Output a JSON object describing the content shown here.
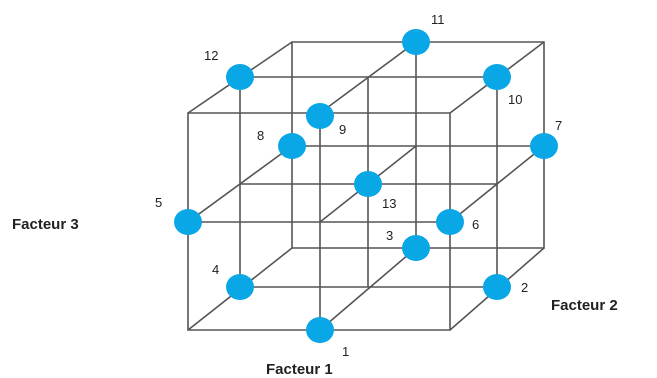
{
  "axes": {
    "factor1": "Facteur 1",
    "factor2": "Facteur 2",
    "factor3": "Facteur 3"
  },
  "colors": {
    "point": "#0aa7e6",
    "line": "#555555"
  },
  "points": [
    {
      "id": "1",
      "label": "1"
    },
    {
      "id": "2",
      "label": "2"
    },
    {
      "id": "3",
      "label": "3"
    },
    {
      "id": "4",
      "label": "4"
    },
    {
      "id": "5",
      "label": "5"
    },
    {
      "id": "6",
      "label": "6"
    },
    {
      "id": "7",
      "label": "7"
    },
    {
      "id": "8",
      "label": "8"
    },
    {
      "id": "9",
      "label": "9"
    },
    {
      "id": "10",
      "label": "10"
    },
    {
      "id": "11",
      "label": "11"
    },
    {
      "id": "12",
      "label": "12"
    },
    {
      "id": "13",
      "label": "13"
    }
  ]
}
